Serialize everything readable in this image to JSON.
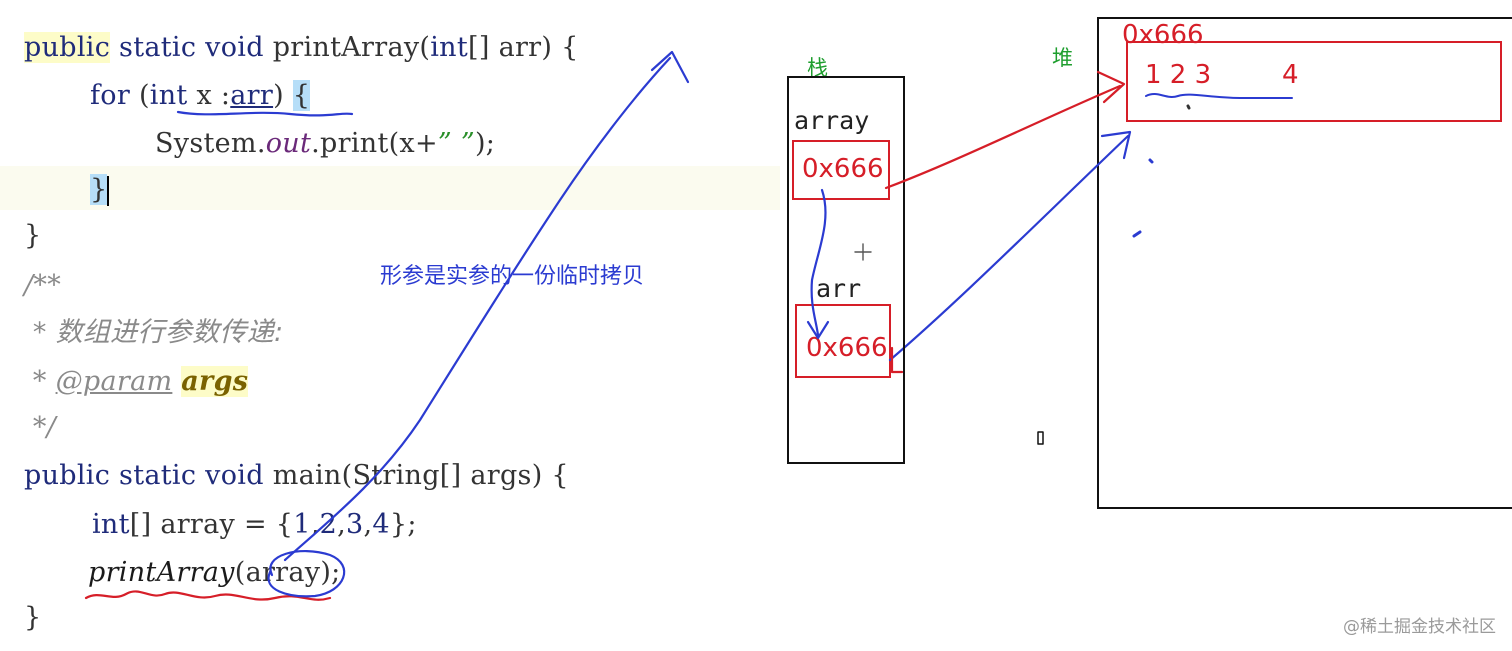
{
  "code": {
    "l1": {
      "kw1": "public",
      "kw2": "static",
      "kw3": "void",
      "name": "printArray(",
      "kw4": "int",
      "rest": "[] arr) {"
    },
    "l2": {
      "kw1": "for",
      "p1": " (",
      "kw2": "int",
      "mid": " x :",
      "var": "arr",
      "p2": ") ",
      "brace": "{"
    },
    "l3": {
      "pre": "System.",
      "field": "out",
      "post": ".print(x+",
      "str": "” ”",
      "end": ");"
    },
    "l4": {
      "brace": "}"
    },
    "l5": {
      "text": "}"
    },
    "l6": {
      "text": "/**"
    },
    "l7": {
      "text": " * 数组进行参数传递:"
    },
    "l8": {
      "star": " * ",
      "ann": "@param",
      "sp": " ",
      "param": "args"
    },
    "l9": {
      "text": " */"
    },
    "l10": {
      "kw1": "public",
      "kw2": "static",
      "kw3": "void",
      "rest": "main(String[] args) {"
    },
    "l11": {
      "kw": "int",
      "mid": "[] array = {",
      "n1": "1",
      "c1": ",",
      "n2": "2",
      "c2": ",",
      "n3": "3",
      "c3": ",",
      "n4": "4",
      "end": "};"
    },
    "l12": {
      "call": "printArray",
      "rest": "(array);"
    },
    "l13": {
      "text": "}"
    }
  },
  "diagram": {
    "note": "形参是实参的一份临时拷贝",
    "stack_label": "栈",
    "heap_label": "堆",
    "var_array": "array",
    "var_arr": "arr",
    "ref1": "0x666",
    "ref2": "0x666",
    "heap_addr": "0x666",
    "heap_values": "1 2 3",
    "heap_value_last": "4"
  },
  "watermark": "@稀土掘金技术社区",
  "colors": {
    "ink_blue": "#2b3bd1",
    "ink_red": "#d61e28",
    "ink_green": "#1e9e2e"
  }
}
